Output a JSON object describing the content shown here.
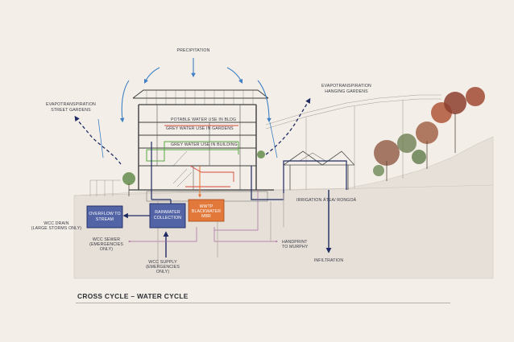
{
  "caption": "CROSS CYCLE – WATER CYCLE",
  "labels": {
    "precipitation": "PRECIPITATION",
    "evapo_street_1": "EVAPOTRANSPIRATION",
    "evapo_street_2": "STREET GARDENS",
    "evapo_hanging_1": "EVAPOTRANSPIRATION",
    "evapo_hanging_2": "HANGING GARDENS",
    "potable": "POTABLE WATER USE IN BLDG",
    "grey_gardens": "GREY WATER USE IN GARDENS",
    "grey_building": "GREY WATER USE IN BUILDING",
    "irrigation": "IRRIGATION ĀTEA/ RONGOĀ",
    "wcc_drain_1": "WCC DRAIN",
    "wcc_drain_2": "(LARGE STORMS ONLY)",
    "wcc_sewer_1": "WCC SEWER",
    "wcc_sewer_2": "(EMERGENCIES",
    "wcc_sewer_3": "ONLY)",
    "wcc_supply_1": "WCC SUPPLY",
    "wcc_supply_2": "(EMERGENCIES",
    "wcc_supply_3": "ONLY)",
    "handprint_1": "HANDPRINT",
    "handprint_2": "TO MURPHY",
    "infiltration": "INFILTRATION"
  },
  "boxes": {
    "overflow_1": "OVERFLOW TO",
    "overflow_2": "STREAM",
    "rainwater_1": "RAINWATER",
    "rainwater_2": "COLLECTION",
    "wwtp_1": "WWTP",
    "wwtp_2": "BLACKWATER",
    "wwtp_3": "MBR"
  },
  "colors": {
    "background": "#f3efe8",
    "ground": "#e6e0d8",
    "blue_box": "#5264a6",
    "orange_box": "#e2783a",
    "flow_navy": "#1f2a63",
    "arrow_blue": "#3f7fc4",
    "grey_water": "#58a845",
    "sewer_purple": "#a86aa0",
    "potable_red": "#d6483a",
    "structure": "#3d3d3d"
  }
}
